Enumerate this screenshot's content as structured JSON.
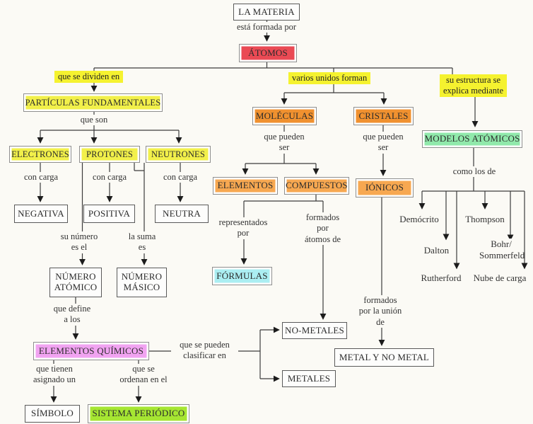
{
  "diagram_type": "concept-map",
  "colors": {
    "page": "#fbfaf5",
    "red": "#ea4a54",
    "yellow": "#f2f04a",
    "label_highlight": "#f5f22f",
    "orange": "#f0912f",
    "orange_light": "#f7a851",
    "mint_green": "#90e9ab",
    "pink": "#f1a3f1",
    "yellow_green": "#a6e632",
    "cyan": "#abeef2",
    "line": "#3c3c3c"
  },
  "nodes": {
    "la_materia": {
      "label": "LA MATERIA",
      "color": "white"
    },
    "atomos": {
      "label": "ÁTOMOS",
      "color": "red"
    },
    "particulas_fundamentales": {
      "label": "PARTÍCULAS FUNDAMENTALES",
      "color": "yellow"
    },
    "electrones": {
      "label": "ELECTRONES",
      "color": "yellow"
    },
    "protones": {
      "label": "PROTONES",
      "color": "yellow"
    },
    "neutrones": {
      "label": "NEUTRONES",
      "color": "yellow"
    },
    "negativa": {
      "label": "NEGATIVA",
      "color": "white"
    },
    "positiva": {
      "label": "POSITIVA",
      "color": "white"
    },
    "neutra": {
      "label": "NEUTRA",
      "color": "white"
    },
    "numero_atomico": {
      "label": "NÚMERO\nATÓMICO",
      "color": "white"
    },
    "numero_masico": {
      "label": "NÚMERO\nMÁSICO",
      "color": "white"
    },
    "elementos_quimicos": {
      "label": "ELEMENTOS QUÍMICOS",
      "color": "pink"
    },
    "simbolo": {
      "label": "SÍMBOLO",
      "color": "white"
    },
    "sistema_periodico": {
      "label": "SISTEMA PERIÓDICO",
      "color": "yellow_green"
    },
    "moleculas": {
      "label": "MOLÉCULAS",
      "color": "orange"
    },
    "cristales": {
      "label": "CRISTALES",
      "color": "orange"
    },
    "elementos": {
      "label": "ELEMENTOS",
      "color": "orange_light"
    },
    "compuestos": {
      "label": "COMPUESTOS",
      "color": "orange_light"
    },
    "ionicos": {
      "label": "IÓNICOS",
      "color": "orange_light"
    },
    "formulas": {
      "label": "FÓRMULAS",
      "color": "cyan"
    },
    "no_metales": {
      "label": "NO-METALES",
      "color": "white"
    },
    "metales": {
      "label": "METALES",
      "color": "white"
    },
    "metal_y_no_metal": {
      "label": "METAL Y NO METAL",
      "color": "white"
    },
    "modelos_atomicos": {
      "label": "MODELOS ATÓMICOS",
      "color": "mint_green"
    }
  },
  "edge_labels": {
    "esta_formada_por": "está formada por",
    "que_se_dividen_en": "que se dividen en",
    "varios_unidos_forman": "varios unidos forman",
    "su_estructura": "su estructura se\nexplica mediante",
    "que_son": "que son",
    "con_carga": "con carga",
    "su_numero_es_el": "su número\nes el",
    "la_suma_es": "la suma\nes",
    "que_define_a_los": "que define\na los",
    "que_tienen_asignado_un": "que tienen\nasignado un",
    "que_se_ordenan_en_el": "que se\nordenan en el",
    "que_pueden_ser": "que pueden\nser",
    "representados_por": "representados\npor",
    "formados_por_atomos_de": "formados\npor\nátomos de",
    "formados_por_la_union_de": "formados\npor la unión\nde",
    "que_se_pueden_clasificar_en": "que se pueden\nclasificar en",
    "como_los_de": "como los de"
  },
  "models": {
    "democrito": "Demócrito",
    "thompson": "Thompson",
    "dalton": "Dalton",
    "bohr_sommerfeld": "Bohr/\nSommerfeld",
    "rutherford": "Rutherford",
    "nube_de_carga": "Nube de carga"
  }
}
